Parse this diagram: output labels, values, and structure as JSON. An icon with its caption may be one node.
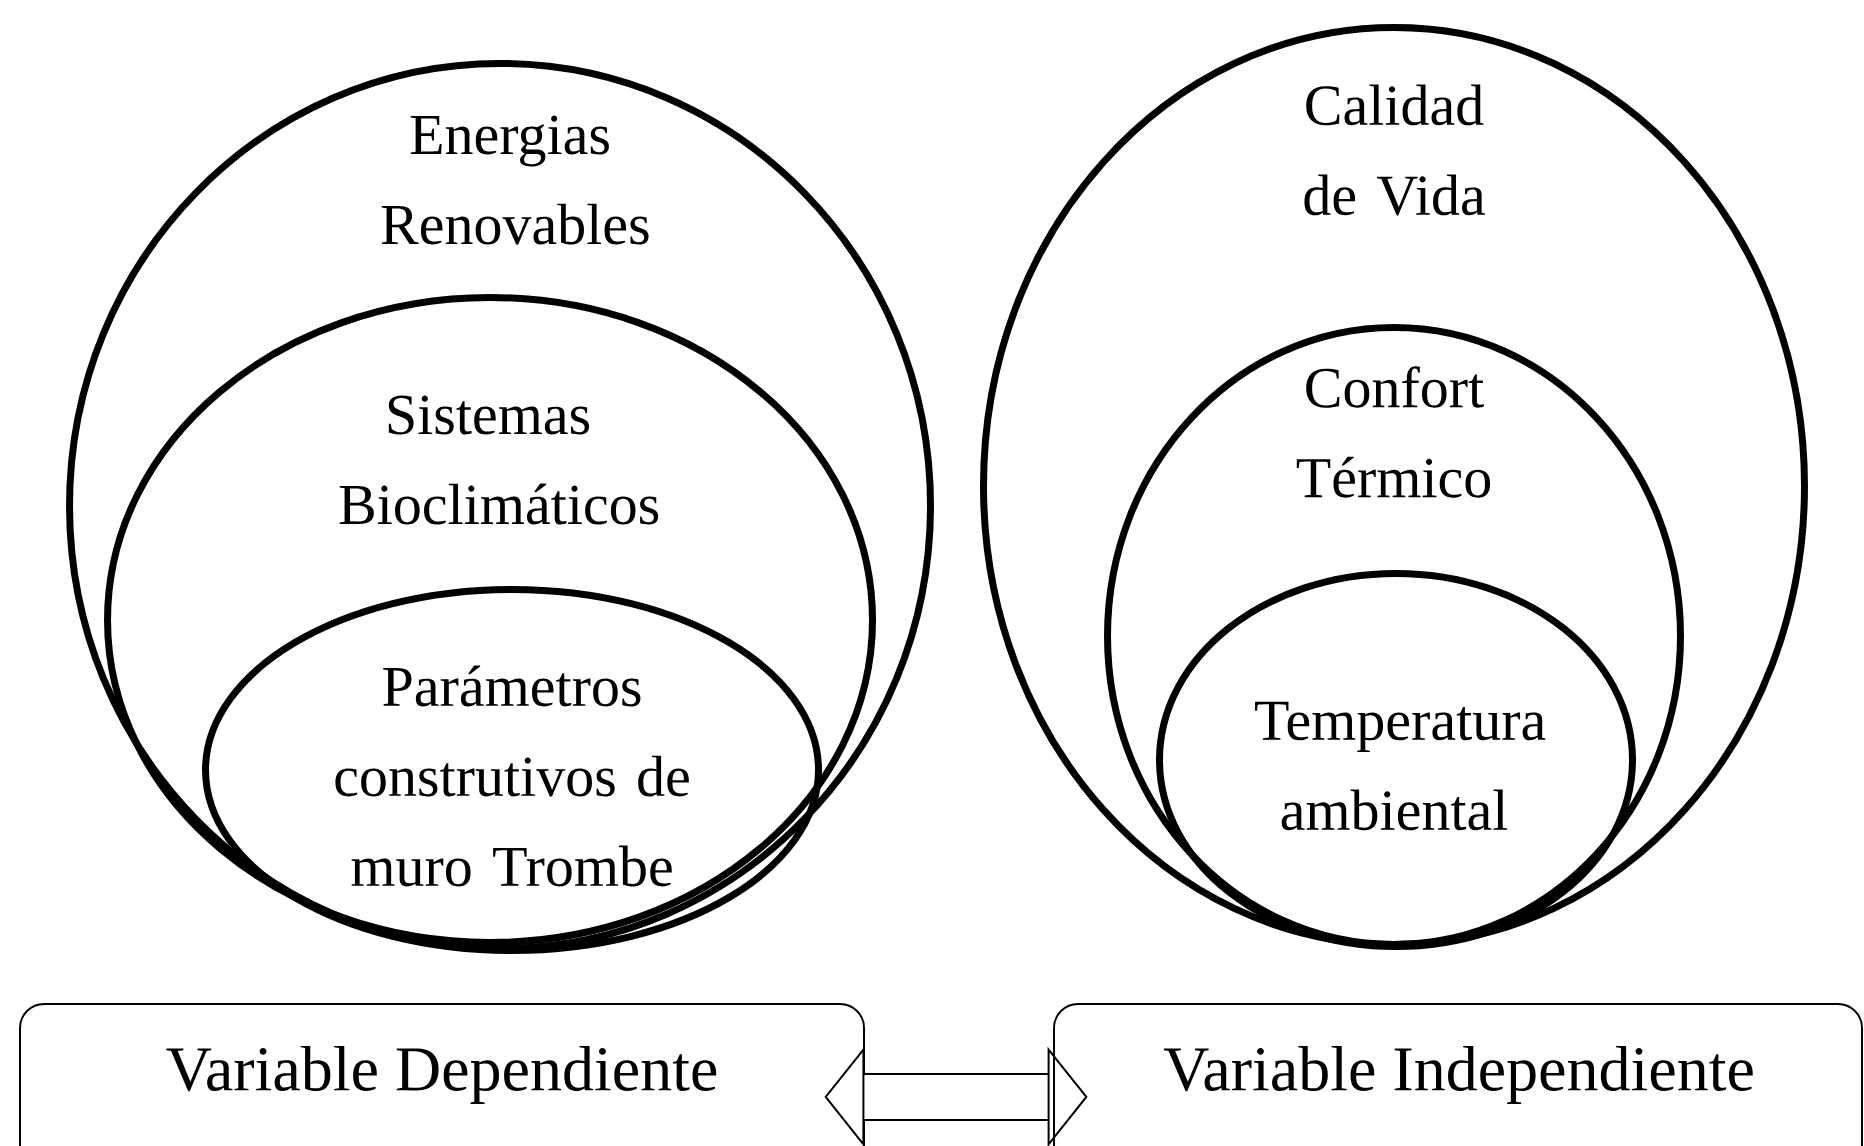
{
  "diagram": {
    "nodes": [
      {
        "text": [
          "Energias Renovables"
        ]
      },
      {
        "text": [
          "Sistemas Bioclimáticos"
        ],
        "in": 0
      },
      {
        "text": [
          "Parámetros construtivos de muro Trombe"
        ],
        "in": 1
      },
      {
        "text": [
          "Calidad de Vida"
        ]
      },
      {
        "text": [
          "Confort Térmico"
        ],
        "in": 3
      },
      {
        "text": [
          "Temperatura ambiental"
        ],
        "in": 4
      },
      {
        "text": [
          "Variable Dependiente"
        ]
      },
      {
        "text": [
          "Variable Independiente"
        ]
      }
    ],
    "edges": [
      {
        "from": 6,
        "to": 7,
        "arrow": "both"
      }
    ]
  }
}
